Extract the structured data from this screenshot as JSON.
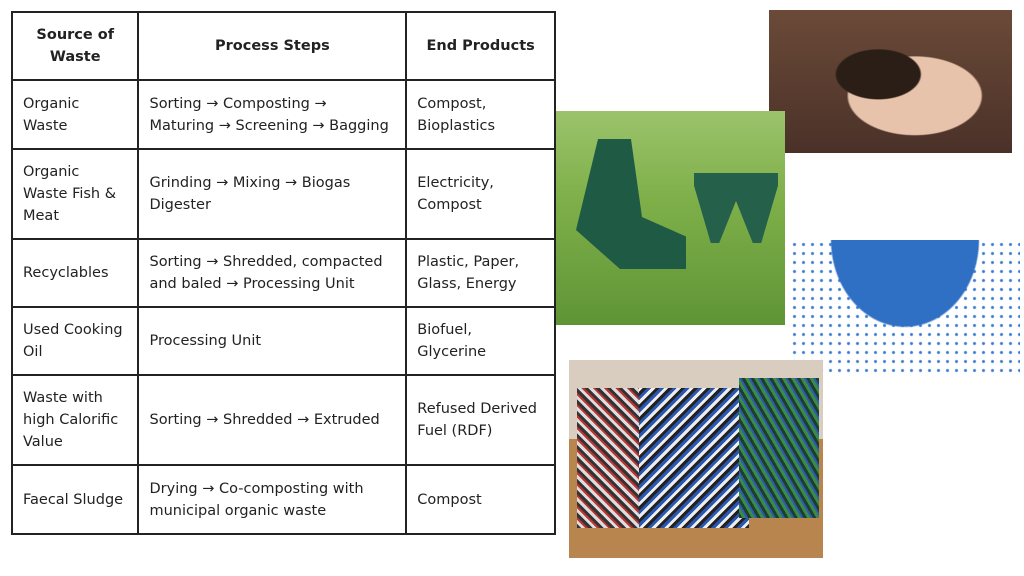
{
  "table": {
    "headers": [
      "Source of Waste",
      "Process Steps",
      "End Products"
    ],
    "rows": [
      {
        "source": "Organic Waste",
        "process": "Sorting → Composting → Maturing → Screening → Bagging",
        "products": "Compost, Bioplastics"
      },
      {
        "source": "Organic Waste Fish & Meat",
        "process": "Grinding → Mixing → Biogas Digester",
        "products": "Electricity, Compost"
      },
      {
        "source": "Recyclables",
        "process": "Sorting → Shredded, compacted and baled → Processing Unit",
        "products": "Plastic, Paper, Glass, Energy"
      },
      {
        "source": "Used Cooking Oil",
        "process": "Processing Unit",
        "products": "Biofuel, Glycerine"
      },
      {
        "source": "Waste with high Calorific Value",
        "process": "Sorting → Shredded → Extruded",
        "products": "Refused Derived Fuel (RDF)"
      },
      {
        "source": "Faecal Sludge",
        "process": "Drying → Co-composting with municipal organic waste",
        "products": "Compost"
      }
    ]
  }
}
